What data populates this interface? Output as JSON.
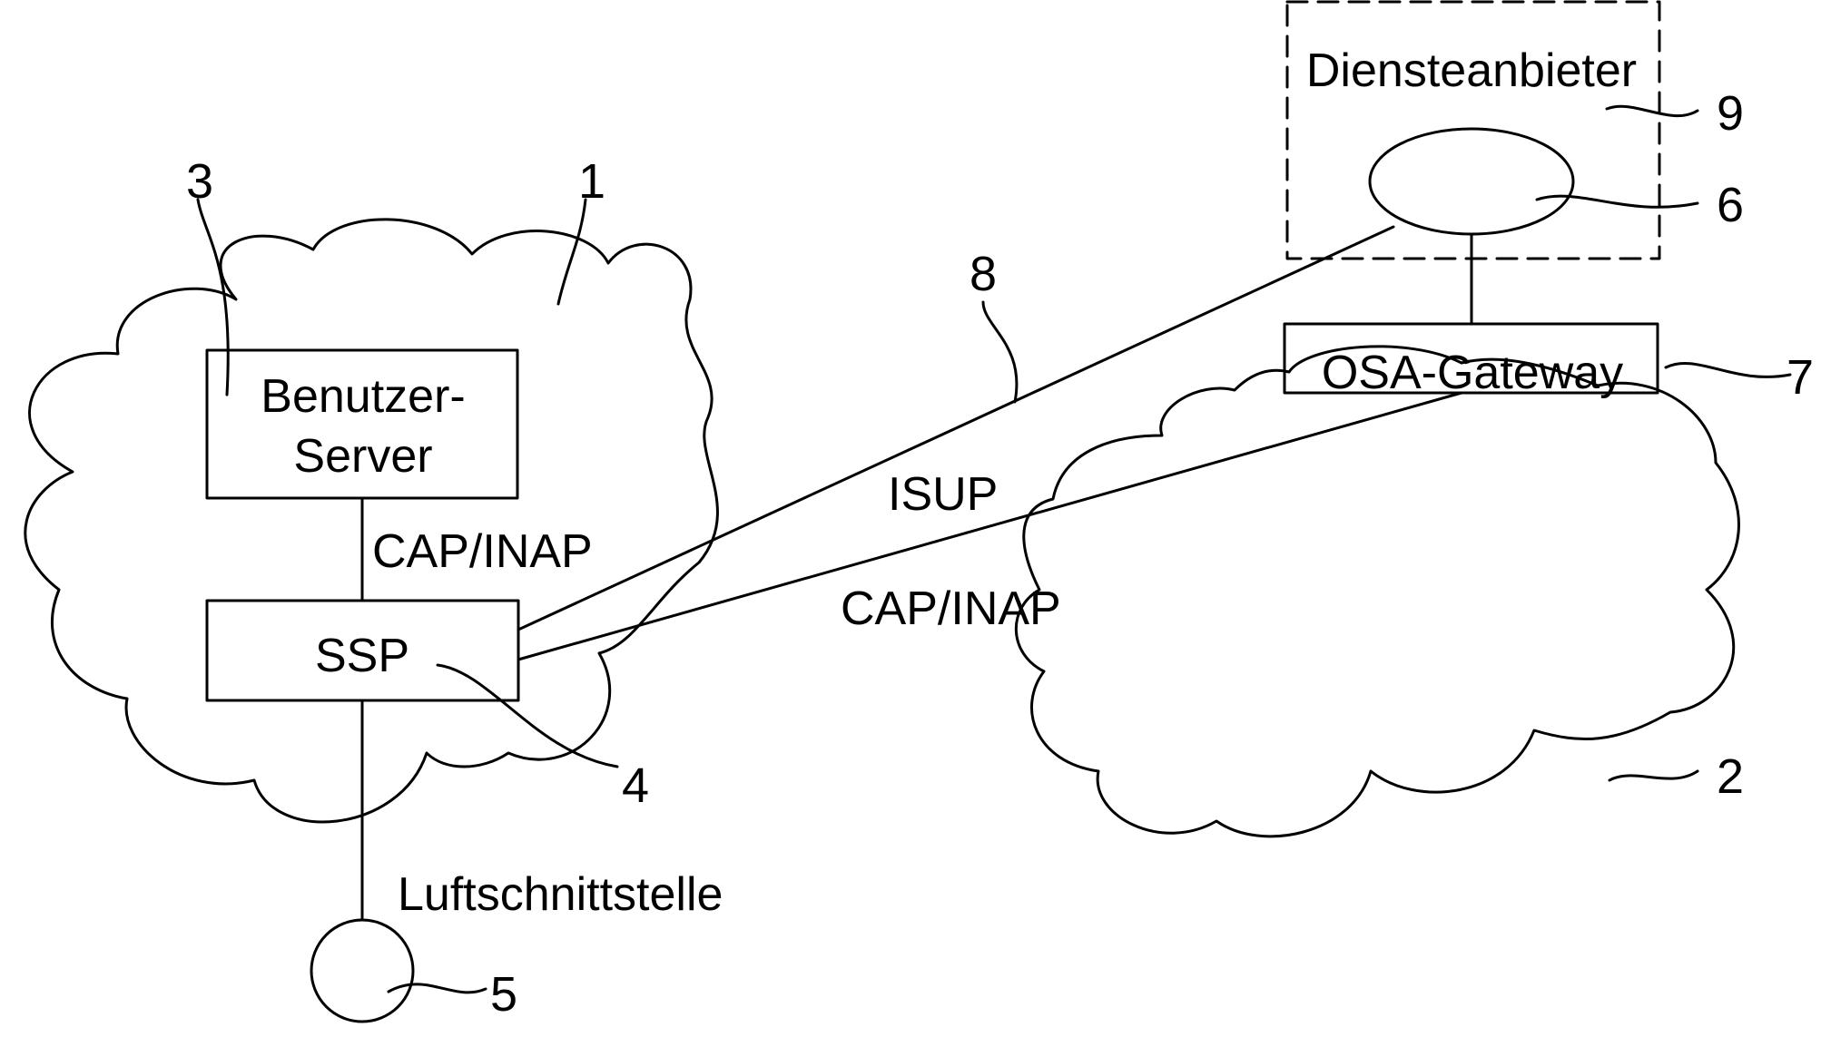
{
  "nodes": {
    "user_server": {
      "line1": "Benutzer-",
      "line2": "Server"
    },
    "ssp": {
      "label": "SSP"
    },
    "osa_gateway": {
      "label": "OSA-Gateway"
    },
    "service_provider": {
      "label": "Diensteanbieter"
    }
  },
  "edges": {
    "cap_inap_1": "CAP/INAP",
    "isup": "ISUP",
    "cap_inap_2": "CAP/INAP",
    "air_interface": "Luftschnittstelle"
  },
  "refs": {
    "r1": "1",
    "r2": "2",
    "r3": "3",
    "r4": "4",
    "r5": "5",
    "r6": "6",
    "r7": "7",
    "r8": "8",
    "r9": "9"
  }
}
